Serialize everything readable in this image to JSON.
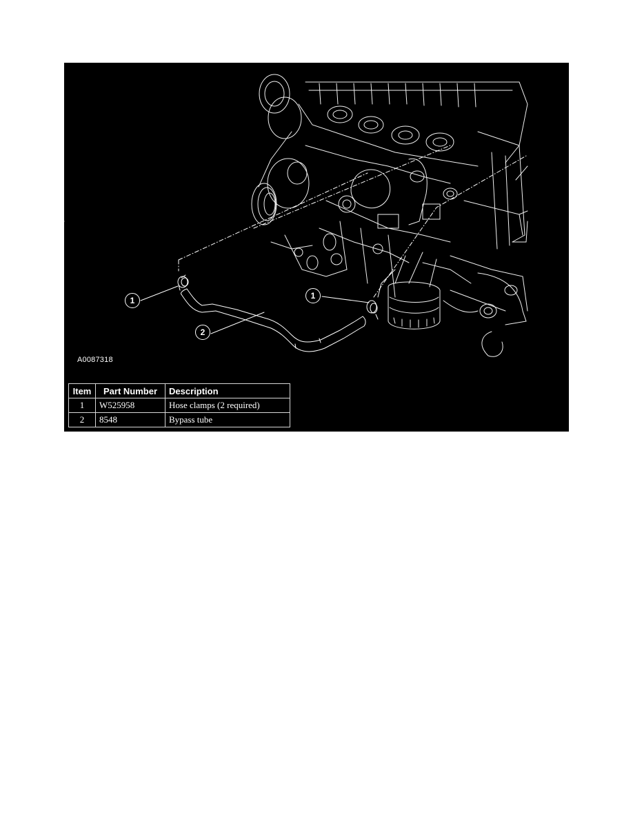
{
  "figure": {
    "id_label": "A0087318",
    "background": "#000000",
    "line_color": "#ffffff",
    "subject": "engine-line-drawing-with-bypass-tube",
    "callouts": [
      {
        "label": "1",
        "target": "left-hose-clamp"
      },
      {
        "label": "2",
        "target": "bypass-tube"
      },
      {
        "label": "1",
        "target": "right-hose-clamp"
      }
    ]
  },
  "parts_table": {
    "headers": {
      "item": "Item",
      "part_number": "Part Number",
      "description": "Description"
    },
    "rows": [
      {
        "item": "1",
        "part_number": "W525958",
        "description": "Hose clamps (2 required)"
      },
      {
        "item": "2",
        "part_number": "8548",
        "description": "Bypass tube"
      }
    ]
  }
}
